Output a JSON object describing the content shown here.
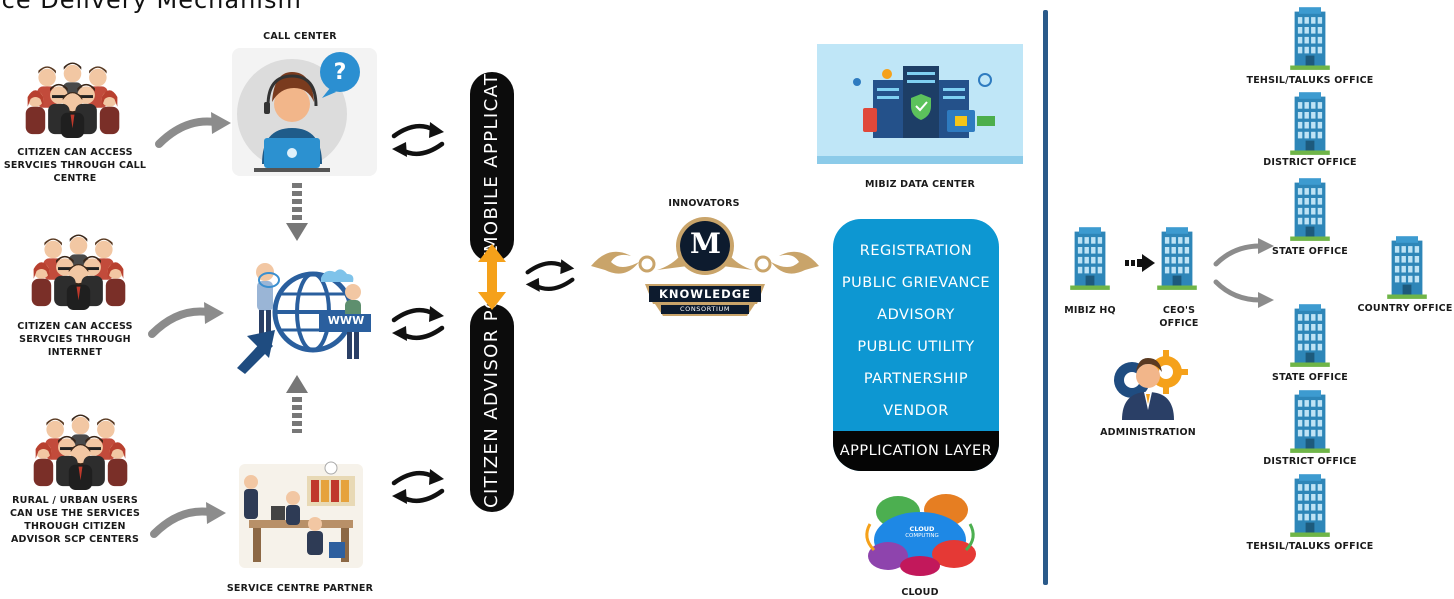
{
  "page": {
    "title": "ice Delivery Mechanism"
  },
  "left": {
    "user_label_1": "CITIZEN CAN ACCESS SERVCIES THROUGH CALL CENTRE",
    "user_label_2": "CITIZEN CAN ACCESS SERVCIES THROUGH INTERNET",
    "user_label_3": "RURAL / URBAN USERS CAN USE THE SERVICES THROUGH CITIZEN ADVISOR SCP CENTERS",
    "call_center": "CALL CENTER",
    "service_centre": "SERVICE  CENTRE PARTNER",
    "mobile_app": "MOBILE APPLICATION",
    "advisor_portal": "CITIZEN ADVISOR PORTAL"
  },
  "center": {
    "innovators": "INNOVATORS",
    "logo_letter": "M",
    "logo_main": "KNOWLEDGE",
    "logo_sub": "CONSORTIUM",
    "data_center": "MIBIZ DATA CENTER",
    "cloud": "CLOUD",
    "cloud_text_1": "CLOUD",
    "cloud_text_2": "COMPUTING",
    "www": "WWW"
  },
  "app_layer": {
    "items": [
      "REGISTRATION",
      "PUBLIC GRIEVANCE",
      "ADVISORY",
      "PUBLIC UTILITY",
      "PARTNERSHIP",
      "VENDOR"
    ],
    "footer": "APPLICATION LAYER"
  },
  "right": {
    "mibiz_hq": "MIBIZ HQ",
    "ceo_office": "CEO's OFFICE",
    "administration": "ADMINISTRATION",
    "country_office": "COUNTRY OFFICE",
    "upper": [
      "TEHSIL/TALUKS OFFICE",
      "DISTRICT OFFICE",
      "STATE OFFICE"
    ],
    "lower": [
      "STATE OFFICE",
      "DISTRICT OFFICE",
      "TEHSIL/TALUKS OFFICE"
    ]
  },
  "colors": {
    "accent_blue": "#0d97d2",
    "arrow_gray": "#8c8c8c",
    "orange": "#f5a11a",
    "divider": "#2a5a8a",
    "building": "#2e86b8"
  }
}
